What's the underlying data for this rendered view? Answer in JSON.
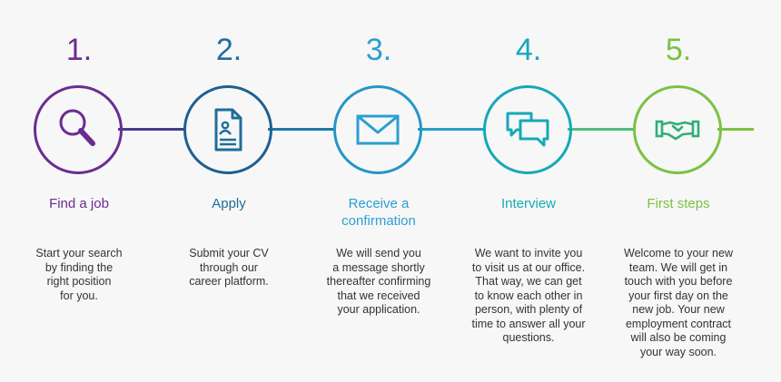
{
  "steps": [
    {
      "number": "1.",
      "title": [
        "Find a job"
      ],
      "description": [
        "Start your search",
        "by finding the",
        "right position",
        "for you."
      ],
      "color": "#6b2c91",
      "icon": "magnifier-icon"
    },
    {
      "number": "2.",
      "title": [
        "Apply"
      ],
      "description": [
        "Submit your CV",
        "through our",
        "career platform."
      ],
      "color": "#1f6d9a",
      "icon": "document-icon"
    },
    {
      "number": "3.",
      "title": [
        "Receive a",
        "confirmation"
      ],
      "description": [
        "We will send you",
        "a message shortly",
        "thereafter confirming",
        "that we received",
        "your application."
      ],
      "color": "#2c9fd1",
      "icon": "envelope-icon"
    },
    {
      "number": "4.",
      "title": [
        "Interview"
      ],
      "description": [
        "We want to invite you",
        "to visit us at our office.",
        "That way, we can get",
        "to know each other in",
        "person, with plenty of",
        "time to answer all your",
        "questions."
      ],
      "color": "#16a8b8",
      "icon": "chat-bubbles-icon"
    },
    {
      "number": "5.",
      "title": [
        "First steps"
      ],
      "description": [
        "Welcome to your new",
        "team. We will get in",
        "touch with you before",
        "your first day on the",
        "new job. Your new",
        "employment contract",
        "will also be coming",
        "your way soon."
      ],
      "color": "#7cc142",
      "icon": "handshake-icon"
    }
  ],
  "connector_colors": [
    "#4a4a9a",
    "#1f6d9a",
    "#2496c6",
    "#22a8c4",
    "#5bbf6a",
    "#7cc142"
  ]
}
